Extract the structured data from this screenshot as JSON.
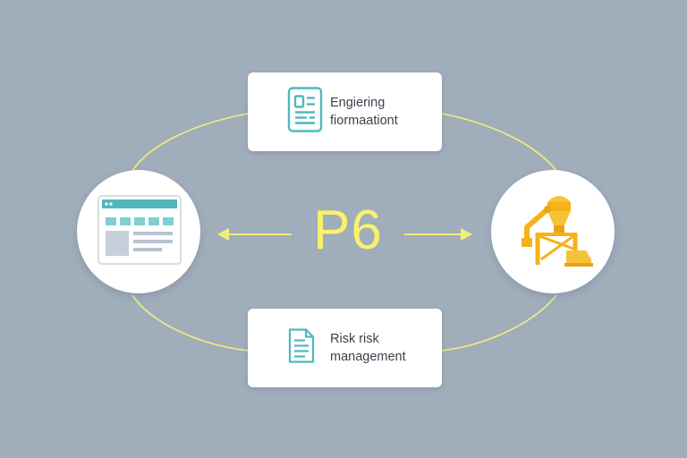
{
  "diagram": {
    "center_label": "P6",
    "nodes": {
      "top": {
        "label": "Engiering\nfiormaationt",
        "icon": "document-form-icon"
      },
      "bottom": {
        "label": "Risk risk\nmanagement",
        "icon": "document-lines-icon"
      },
      "left": {
        "icon": "dashboard-window-icon"
      },
      "right": {
        "icon": "construction-machinery-icon"
      }
    },
    "colors": {
      "background": "#a0adbb",
      "connector": "#f2ee7a",
      "accent_teal": "#4fb8bf",
      "accent_orange": "#f4b21b",
      "center_text": "#f7f26a"
    }
  }
}
